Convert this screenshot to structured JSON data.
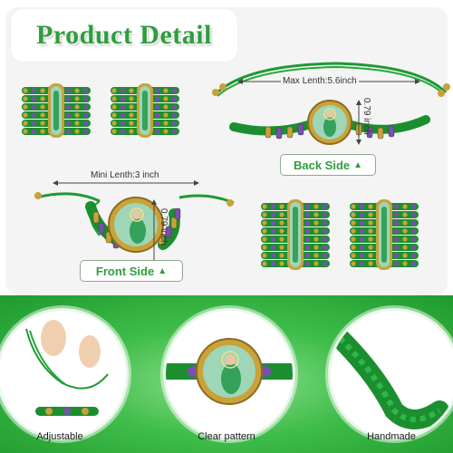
{
  "title": "Product Detail",
  "measurements": {
    "max_length": "Max Lenth:5.6inch",
    "mini_length": "Mini Lenth:3 inch",
    "width_back": "0.79 inch",
    "width_front": "0.79 inch"
  },
  "labels": {
    "back_side": "Back Side",
    "front_side": "Front Side",
    "arrow": "▲"
  },
  "features": [
    {
      "label": "Adjustable"
    },
    {
      "label": "Clear pattern"
    },
    {
      "label": "Handmade"
    }
  ],
  "colors": {
    "brand_green": "#2f9d3e",
    "cord_green": "#1e9a34",
    "gold": "#c9a23a"
  }
}
